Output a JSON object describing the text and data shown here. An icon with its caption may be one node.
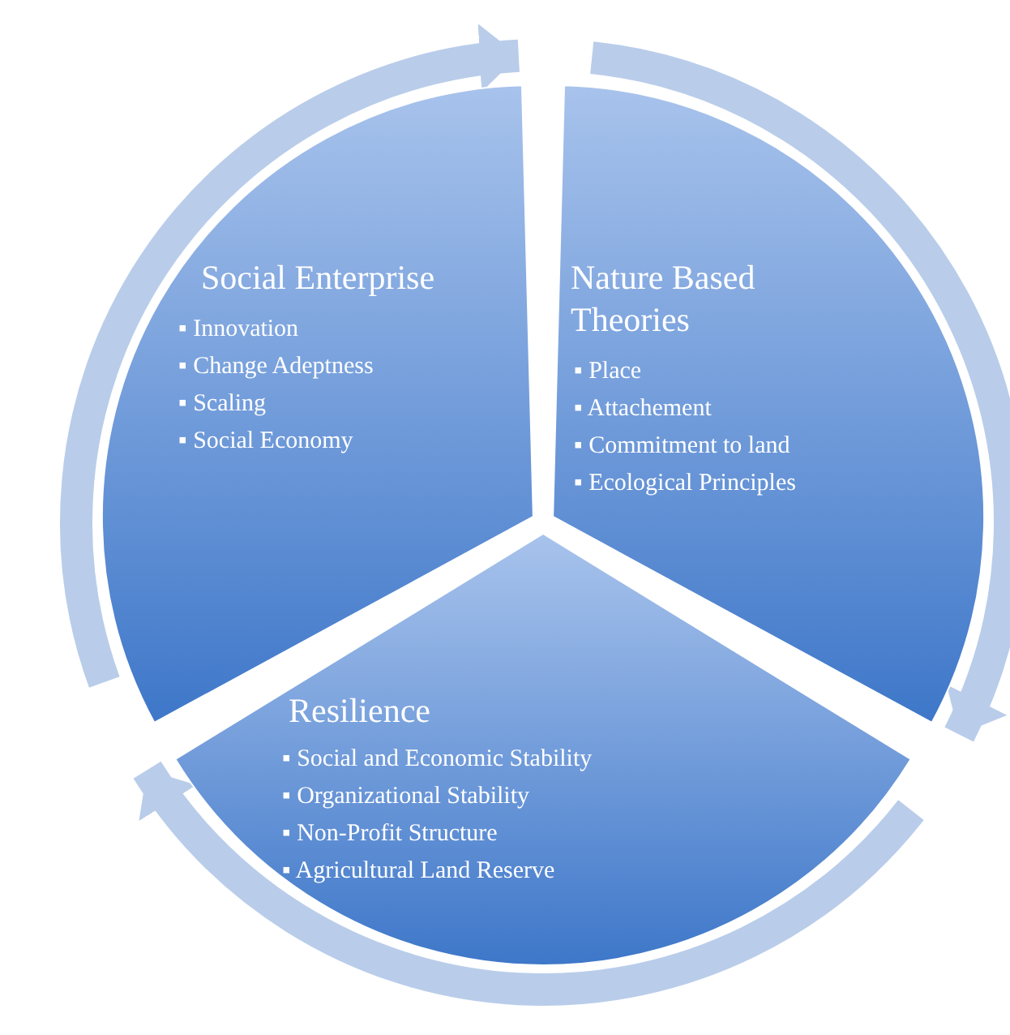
{
  "diagram": {
    "nodes": [
      {
        "text": [
          "Social Enterprise",
          "▪ Innovation",
          "▪ Change Adeptness",
          "▪ Scaling",
          "▪ Social Economy"
        ]
      },
      {
        "text": [
          "Nature Based Theories",
          "▪ Place",
          "▪ Attachement",
          "▪ Commitment to land",
          "▪ Ecological Principles"
        ]
      },
      {
        "text": [
          "Resilience",
          "▪ Social and Economic Stability",
          "▪ Organizational Stability",
          "▪ Non-Profit Structure",
          "▪ Agricultural Land Reserve"
        ]
      }
    ]
  }
}
